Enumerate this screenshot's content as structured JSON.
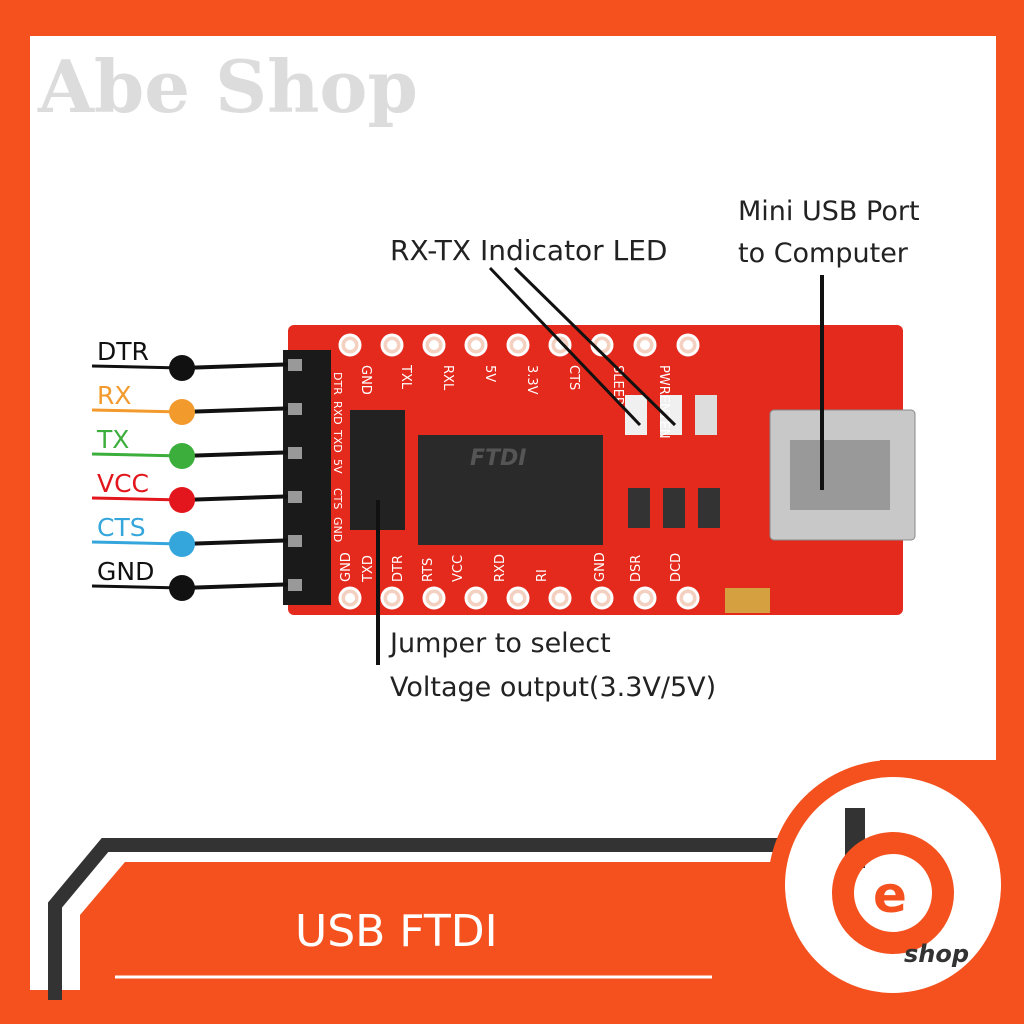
{
  "watermark": "Abe Shop",
  "pins": [
    {
      "label": "DTR",
      "color": "#111111"
    },
    {
      "label": "RX",
      "color": "#f39a2c"
    },
    {
      "label": "TX",
      "color": "#3cae3c"
    },
    {
      "label": "VCC",
      "color": "#e2161c"
    },
    {
      "label": "CTS",
      "color": "#35a6dc"
    },
    {
      "label": "GND",
      "color": "#111111"
    }
  ],
  "annotations": {
    "led": "RX-TX Indicator LED",
    "usb_line1": "Mini USB Port",
    "usb_line2": "to Computer",
    "jumper_line1": "Jumper to select",
    "jumper_line2": "Voltage output(3.3V/5V)"
  },
  "board": {
    "chip_text": "FTDI",
    "top_labels": [
      "GND",
      "TXL",
      "RXL",
      "5V",
      "3.3V",
      "CTS",
      "SLEEP",
      "PWRENTEN"
    ],
    "bottom_labels": [
      "GND",
      "TXD",
      "DTR",
      "RTS",
      "VCC",
      "RXD",
      "RI",
      "GND",
      "DSR",
      "DCD"
    ],
    "side_labels": [
      "DTR",
      "RXD",
      "TXD",
      "5V",
      "CTS",
      "GND"
    ]
  },
  "banner": {
    "title": "USB FTDI"
  },
  "logo": {
    "letter": "e",
    "text": "shop"
  },
  "colors": {
    "brand": "#f4511e",
    "board": "#e42a1c",
    "dark": "#333333"
  }
}
